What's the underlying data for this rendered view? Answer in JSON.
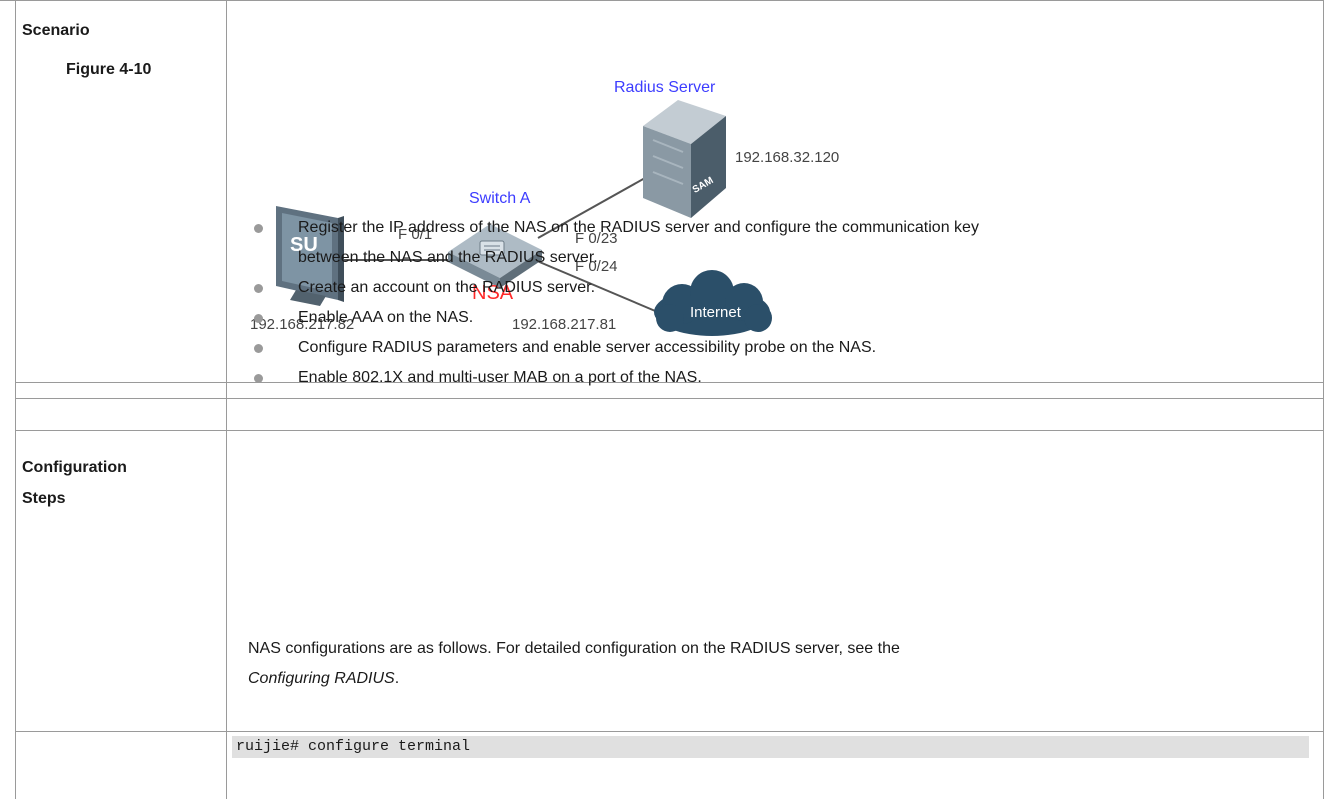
{
  "scenario": {
    "label": "Scenario",
    "figure_label": "Figure 4-10"
  },
  "diagram": {
    "radius_server_title": "Radius Server",
    "radius_server_ip": "192.168.32.120",
    "server_label": "SAM",
    "switch_title": "Switch A",
    "nas_label": "NSA",
    "port_f01": "F 0/1",
    "port_f023": "F 0/23",
    "port_f024": "F 0/24",
    "client_label": "SU",
    "client_ip": "192.168.217.82",
    "nas_ip": "192.168.217.81",
    "internet_label": "Internet",
    "colors": {
      "title_blue": "#3c3cff",
      "nas_red": "#ff2a2a",
      "cloud": "#2b4f69",
      "device": "#7f8d98"
    }
  },
  "config": {
    "label_line1": "Configuration",
    "label_line2": "Steps",
    "steps": [
      "Register the IP address of the NAS on the RADIUS server and configure the communication key",
      "between the NAS and the RADIUS server.",
      "Create an account on the RADIUS server.",
      "Enable AAA on the NAS.",
      "Configure RADIUS parameters and enable server accessibility probe on the NAS.",
      "Enable 802.1X and multi-user MAB on a port of the NAS."
    ],
    "note_text": "NAS configurations are as follows. For detailed configuration on the RADIUS server, see the",
    "note_link": "Configuring RADIUS",
    "note_end": "."
  },
  "code": {
    "line1": "ruijie# configure terminal"
  }
}
